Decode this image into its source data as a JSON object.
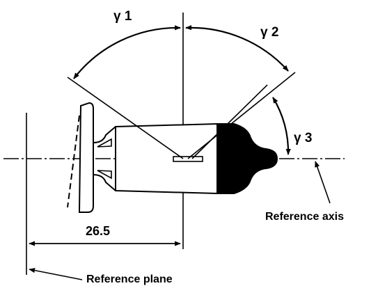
{
  "labels": {
    "gamma1": "γ 1",
    "gamma2": "γ 2",
    "gamma3": "γ 3",
    "dimension": "26.5",
    "reference_axis": "Reference axis",
    "reference_plane": "Reference plane"
  },
  "colors": {
    "ink": "#000000",
    "background": "#ffffff"
  }
}
